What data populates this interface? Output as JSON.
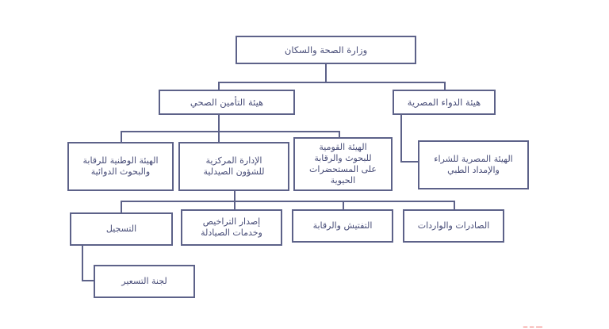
{
  "diagram": {
    "title_root": "وزارة الصحة والسكان",
    "type": "organizational-chart",
    "border_color": "#5d6289",
    "text_color": "#474c77",
    "background_color": "#ffffff",
    "nodes": {
      "root": "وزارة الصحة والسكان",
      "health_insurance": "هيئة التأمين الصحي",
      "drug_authority": "هيئة الدواء المصرية",
      "national_drug_control": "الهيئة الوطنية للرقابة\nوالبحوث الدوائية",
      "central_pharma_admin": "الإدارة المركزية\nللشؤون الصيدلية",
      "national_biologicals": "الهيئة القومية\nللبحوث والرقابة\nعلى المستحضرات الحيوية",
      "procurement_supply": "الهيئة المصرية للشراء\nوالإمداد الطبي",
      "registration": "التسجيل",
      "licensing": "إصدار التراخيص\nوخدمات الصيادلة",
      "inspection": "التفتيش والرقابة",
      "exports_imports": "الصادرات والواردات",
      "pricing_committee": "لجنة التسعير"
    },
    "bottom_artifact": "ـــ ــ ــ"
  }
}
